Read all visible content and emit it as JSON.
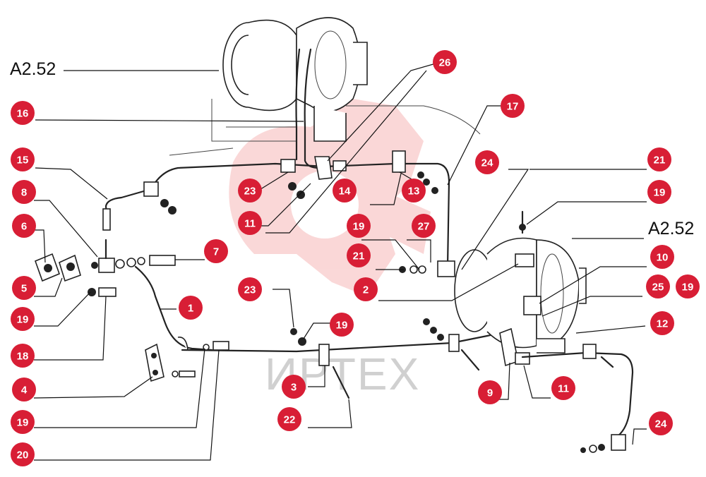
{
  "model_labels": [
    "A2.52",
    "A2.52"
  ],
  "watermark": "ИРТЕХ",
  "callouts": [
    {
      "num": "16"
    },
    {
      "num": "15"
    },
    {
      "num": "8"
    },
    {
      "num": "6"
    },
    {
      "num": "5"
    },
    {
      "num": "19"
    },
    {
      "num": "18"
    },
    {
      "num": "4"
    },
    {
      "num": "19"
    },
    {
      "num": "20"
    },
    {
      "num": "1"
    },
    {
      "num": "7"
    },
    {
      "num": "23"
    },
    {
      "num": "11"
    },
    {
      "num": "14"
    },
    {
      "num": "26"
    },
    {
      "num": "13"
    },
    {
      "num": "17"
    },
    {
      "num": "19"
    },
    {
      "num": "27"
    },
    {
      "num": "21"
    },
    {
      "num": "2"
    },
    {
      "num": "23"
    },
    {
      "num": "19"
    },
    {
      "num": "3"
    },
    {
      "num": "22"
    },
    {
      "num": "24"
    },
    {
      "num": "21"
    },
    {
      "num": "19"
    },
    {
      "num": "10"
    },
    {
      "num": "25"
    },
    {
      "num": "19"
    },
    {
      "num": "12"
    },
    {
      "num": "9"
    },
    {
      "num": "11"
    },
    {
      "num": "24"
    }
  ],
  "colors": {
    "callout_fill": "#d81e35",
    "callout_text": "#ffffff",
    "watermark": "#f2a0a0"
  }
}
